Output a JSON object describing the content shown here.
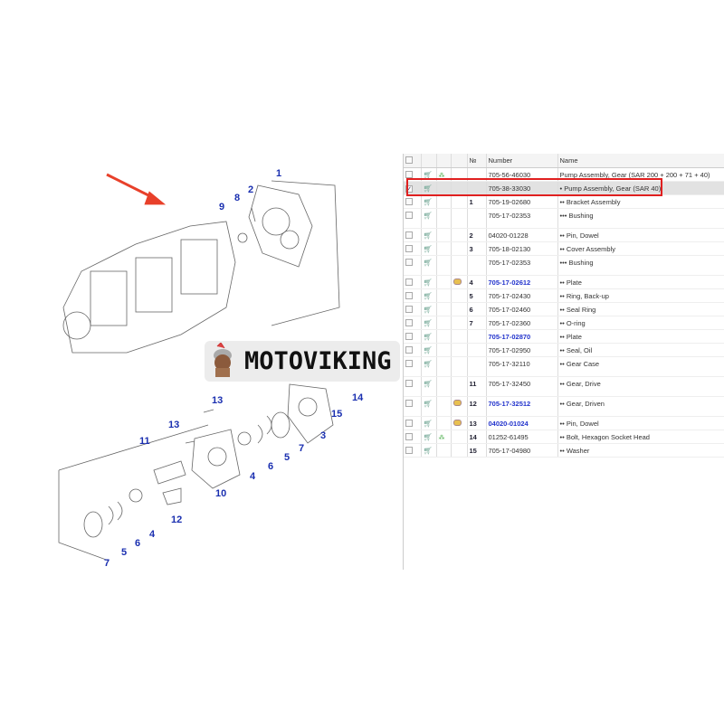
{
  "diagram": {
    "callouts": [
      "1",
      "8",
      "9",
      "2",
      "13",
      "13",
      "11",
      "10",
      "4",
      "6",
      "5",
      "7",
      "3",
      "15",
      "14",
      "12",
      "4",
      "6",
      "5",
      "7"
    ]
  },
  "logo": {
    "text": "MOTOVIKING"
  },
  "table": {
    "headers": [
      "",
      "",
      "",
      "",
      "№",
      "Number",
      "Name"
    ],
    "rows": [
      {
        "no": "",
        "number": "705-56-46030",
        "name": "Pump Assembly, Gear (SAR 200 + 200 + 71 + 40)",
        "link": false,
        "folder": false,
        "tree": true,
        "checked": false
      },
      {
        "no": "",
        "number": "705-38-33030",
        "name": "• Pump Assembly, Gear (SAR 40)",
        "link": false,
        "folder": false,
        "tree": false,
        "checked": true,
        "selected": true
      },
      {
        "no": "1",
        "number": "705-19-02680",
        "name": "•• Bracket Assembly",
        "link": false
      },
      {
        "no": "",
        "number": "705-17-02353",
        "name": "••• Bushing",
        "link": false,
        "tall": true
      },
      {
        "no": "2",
        "number": "04020-01228",
        "name": "•• Pin, Dowel",
        "link": false
      },
      {
        "no": "3",
        "number": "705-18-02130",
        "name": "•• Cover Assembly",
        "link": false
      },
      {
        "no": "",
        "number": "705-17-02353",
        "name": "••• Bushing",
        "link": false,
        "tall": true
      },
      {
        "no": "4",
        "number": "705-17-02612",
        "name": "•• Plate",
        "link": true,
        "folder": true
      },
      {
        "no": "5",
        "number": "705-17-02430",
        "name": "•• Ring, Back-up",
        "link": false
      },
      {
        "no": "6",
        "number": "705-17-02460",
        "name": "•• Seal Ring",
        "link": false
      },
      {
        "no": "7",
        "number": "705-17-02360",
        "name": "•• O-ring",
        "link": false
      },
      {
        "no": "",
        "number": "705-17-02870",
        "name": "•• Plate",
        "link": true
      },
      {
        "no": "",
        "number": "705-17-02950",
        "name": "•• Seal, Oil",
        "link": false
      },
      {
        "no": "",
        "number": "705-17-32110",
        "name": "•• Gear Case",
        "link": false,
        "tall": true
      },
      {
        "no": "11",
        "number": "705-17-32450",
        "name": "•• Gear, Drive",
        "link": false,
        "tall": true
      },
      {
        "no": "12",
        "number": "705-17-32512",
        "name": "•• Gear, Driven",
        "link": true,
        "folder": true,
        "tall": true
      },
      {
        "no": "13",
        "number": "04020-01024",
        "name": "•• Pin, Dowel",
        "link": true,
        "folder": true
      },
      {
        "no": "14",
        "number": "01252-61495",
        "name": "•• Bolt, Hexagon Socket Head",
        "link": false,
        "tree": true
      },
      {
        "no": "15",
        "number": "705-17-04980",
        "name": "•• Washer",
        "link": false
      }
    ]
  },
  "colors": {
    "highlight": "#e02020",
    "link": "#2233cc",
    "callout": "#1a2fb0",
    "arrow": "#e8402a"
  }
}
